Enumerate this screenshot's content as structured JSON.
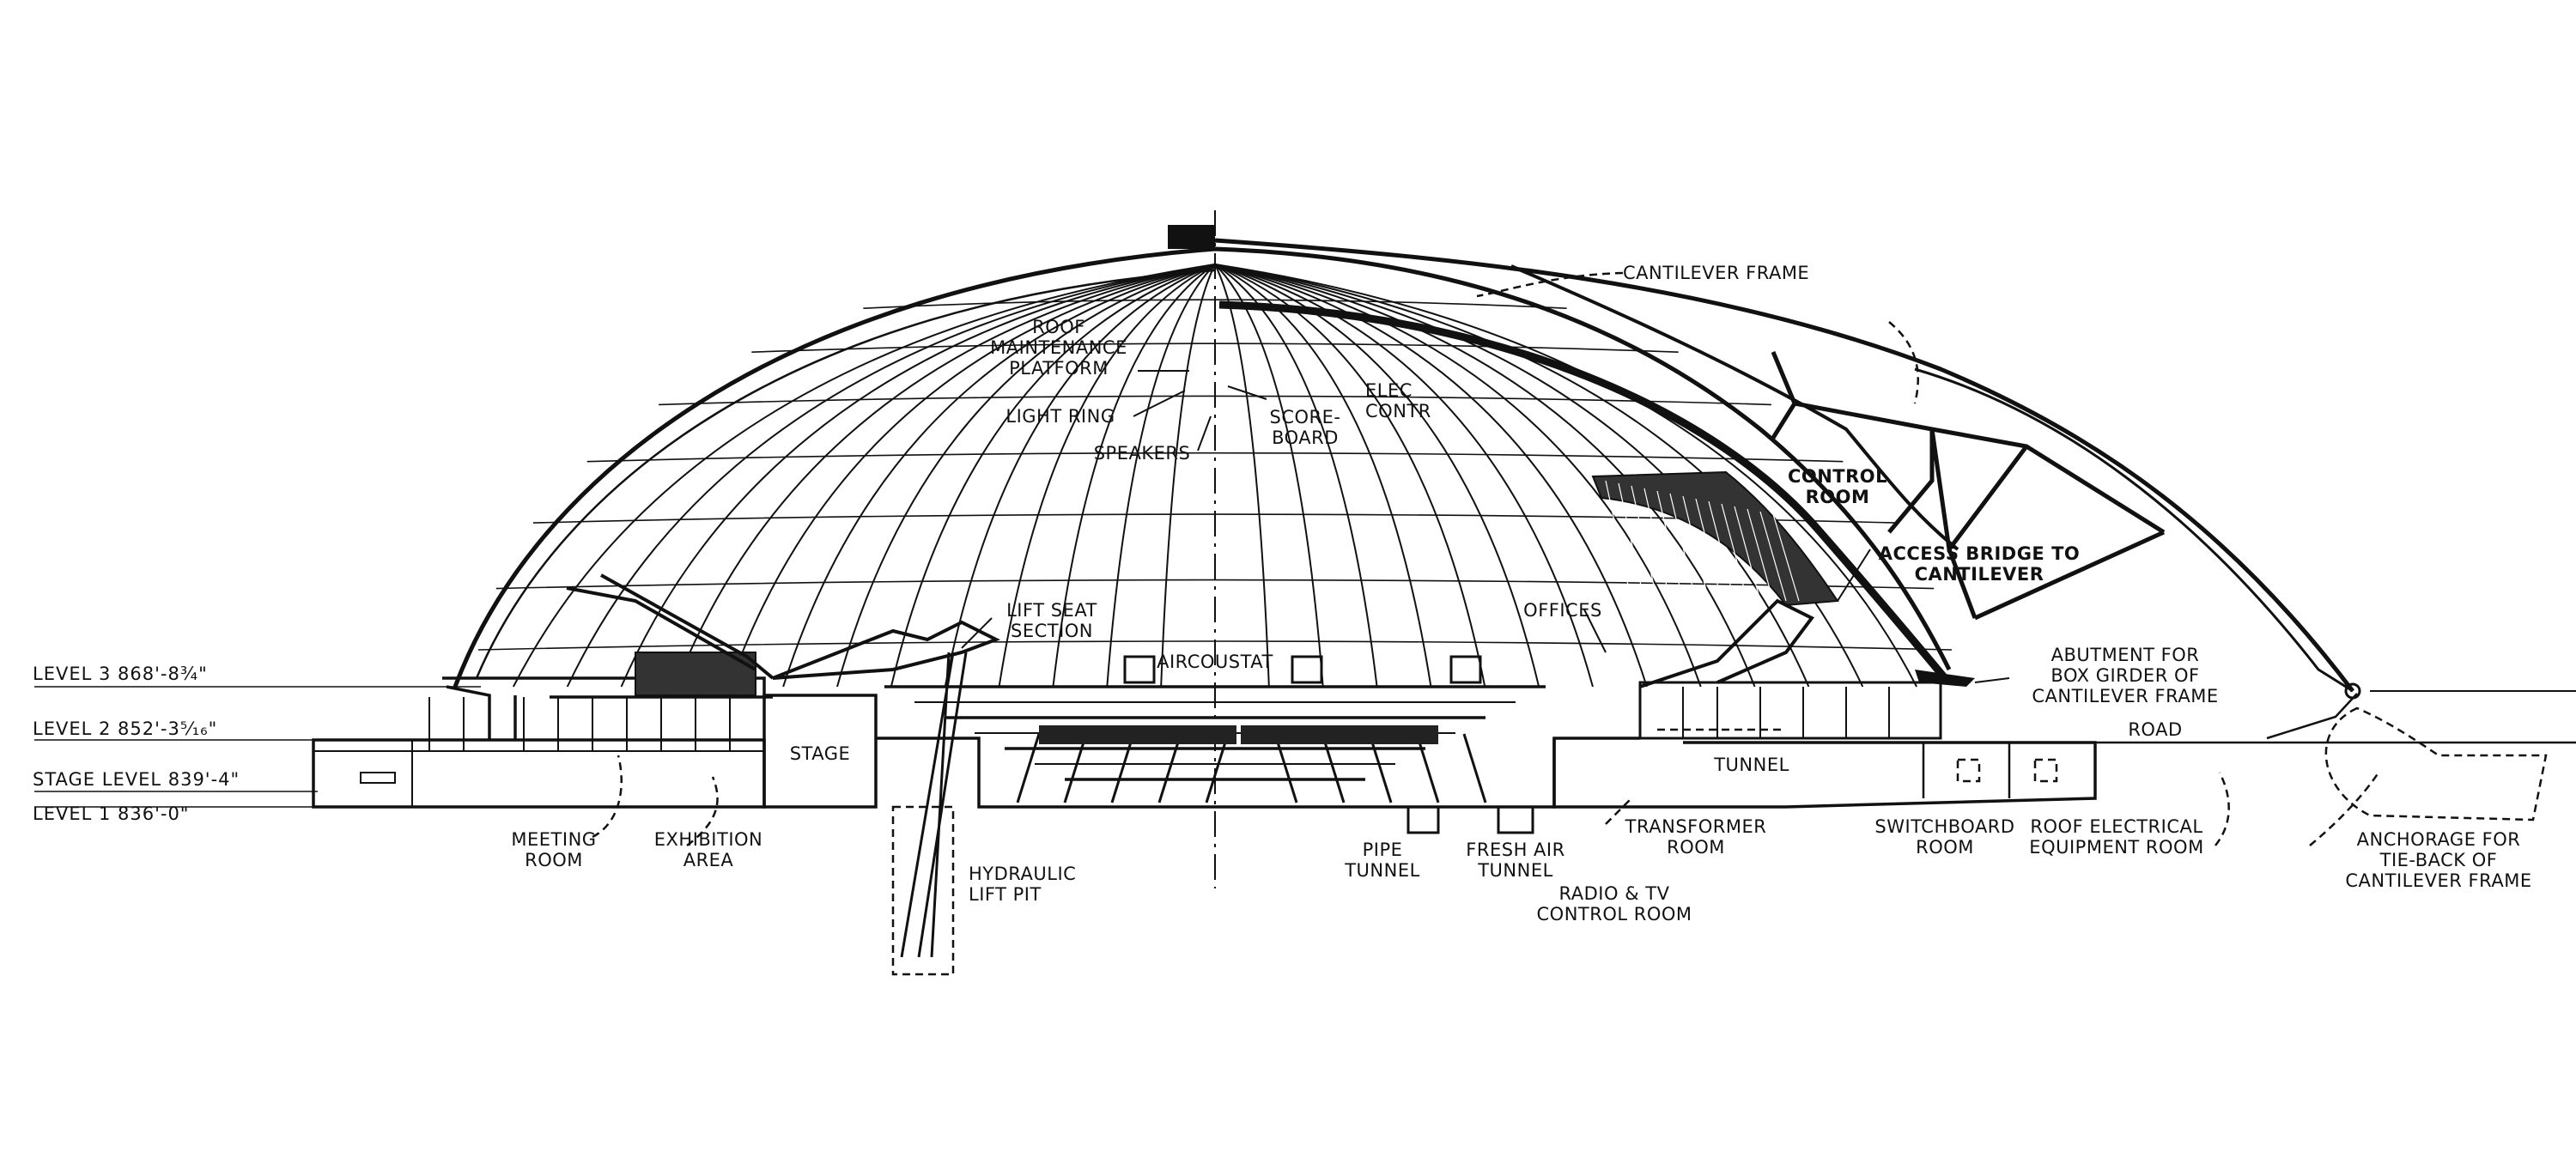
{
  "levels": {
    "level3": "LEVEL 3  868'-8¾\"",
    "level2": "LEVEL 2  852'-3⁵⁄₁₆\"",
    "stage_level": "STAGE LEVEL  839'-4\"",
    "level1": "LEVEL 1  836'-0\""
  },
  "labels": {
    "cantilever_frame": "CANTILEVER FRAME",
    "roof_maint_1": "ROOF",
    "roof_maint_2": "MAINTENANCE",
    "roof_maint_3": "PLATFORM",
    "light_ring": "LIGHT RING",
    "speakers": "SPEAKERS",
    "scoreboard_1": "SCORE-",
    "scoreboard_2": "BOARD",
    "elec_contr_1": "ELEC",
    "elec_contr_2": "CONTR",
    "control_room_1": "CONTROL",
    "control_room_2": "ROOM",
    "access_bridge_1": "ACCESS BRIDGE TO",
    "access_bridge_2": "CANTILEVER",
    "lift_seat_1": "LIFT SEAT",
    "lift_seat_2": "SECTION",
    "aircoustat": "AIRCOUSTAT",
    "offices": "OFFICES",
    "abutment_1": "ABUTMENT FOR",
    "abutment_2": "BOX GIRDER OF",
    "abutment_3": "CANTILEVER FRAME",
    "road": "ROAD",
    "stage": "STAGE",
    "tunnel": "TUNNEL",
    "meeting_room_1": "MEETING",
    "meeting_room_2": "ROOM",
    "exhibition_1": "EXHIBITION",
    "exhibition_2": "AREA",
    "hydraulic_1": "HYDRAULIC",
    "hydraulic_2": "LIFT PIT",
    "pipe_tunnel_1": "PIPE",
    "pipe_tunnel_2": "TUNNEL",
    "fresh_air_1": "FRESH AIR",
    "fresh_air_2": "TUNNEL",
    "radio_tv_1": "RADIO & TV",
    "radio_tv_2": "CONTROL ROOM",
    "transformer_1": "TRANSFORMER",
    "transformer_2": "ROOM",
    "switchboard_1": "SWITCHBOARD",
    "switchboard_2": "ROOM",
    "roof_elec_1": "ROOF  ELECTRICAL",
    "roof_elec_2": "EQUIPMENT ROOM",
    "anchorage_1": "ANCHORAGE FOR",
    "anchorage_2": "TIE-BACK OF",
    "anchorage_3": "CANTILEVER FRAME"
  },
  "colors": {
    "ink": "#111111",
    "paper": "#ffffff"
  }
}
